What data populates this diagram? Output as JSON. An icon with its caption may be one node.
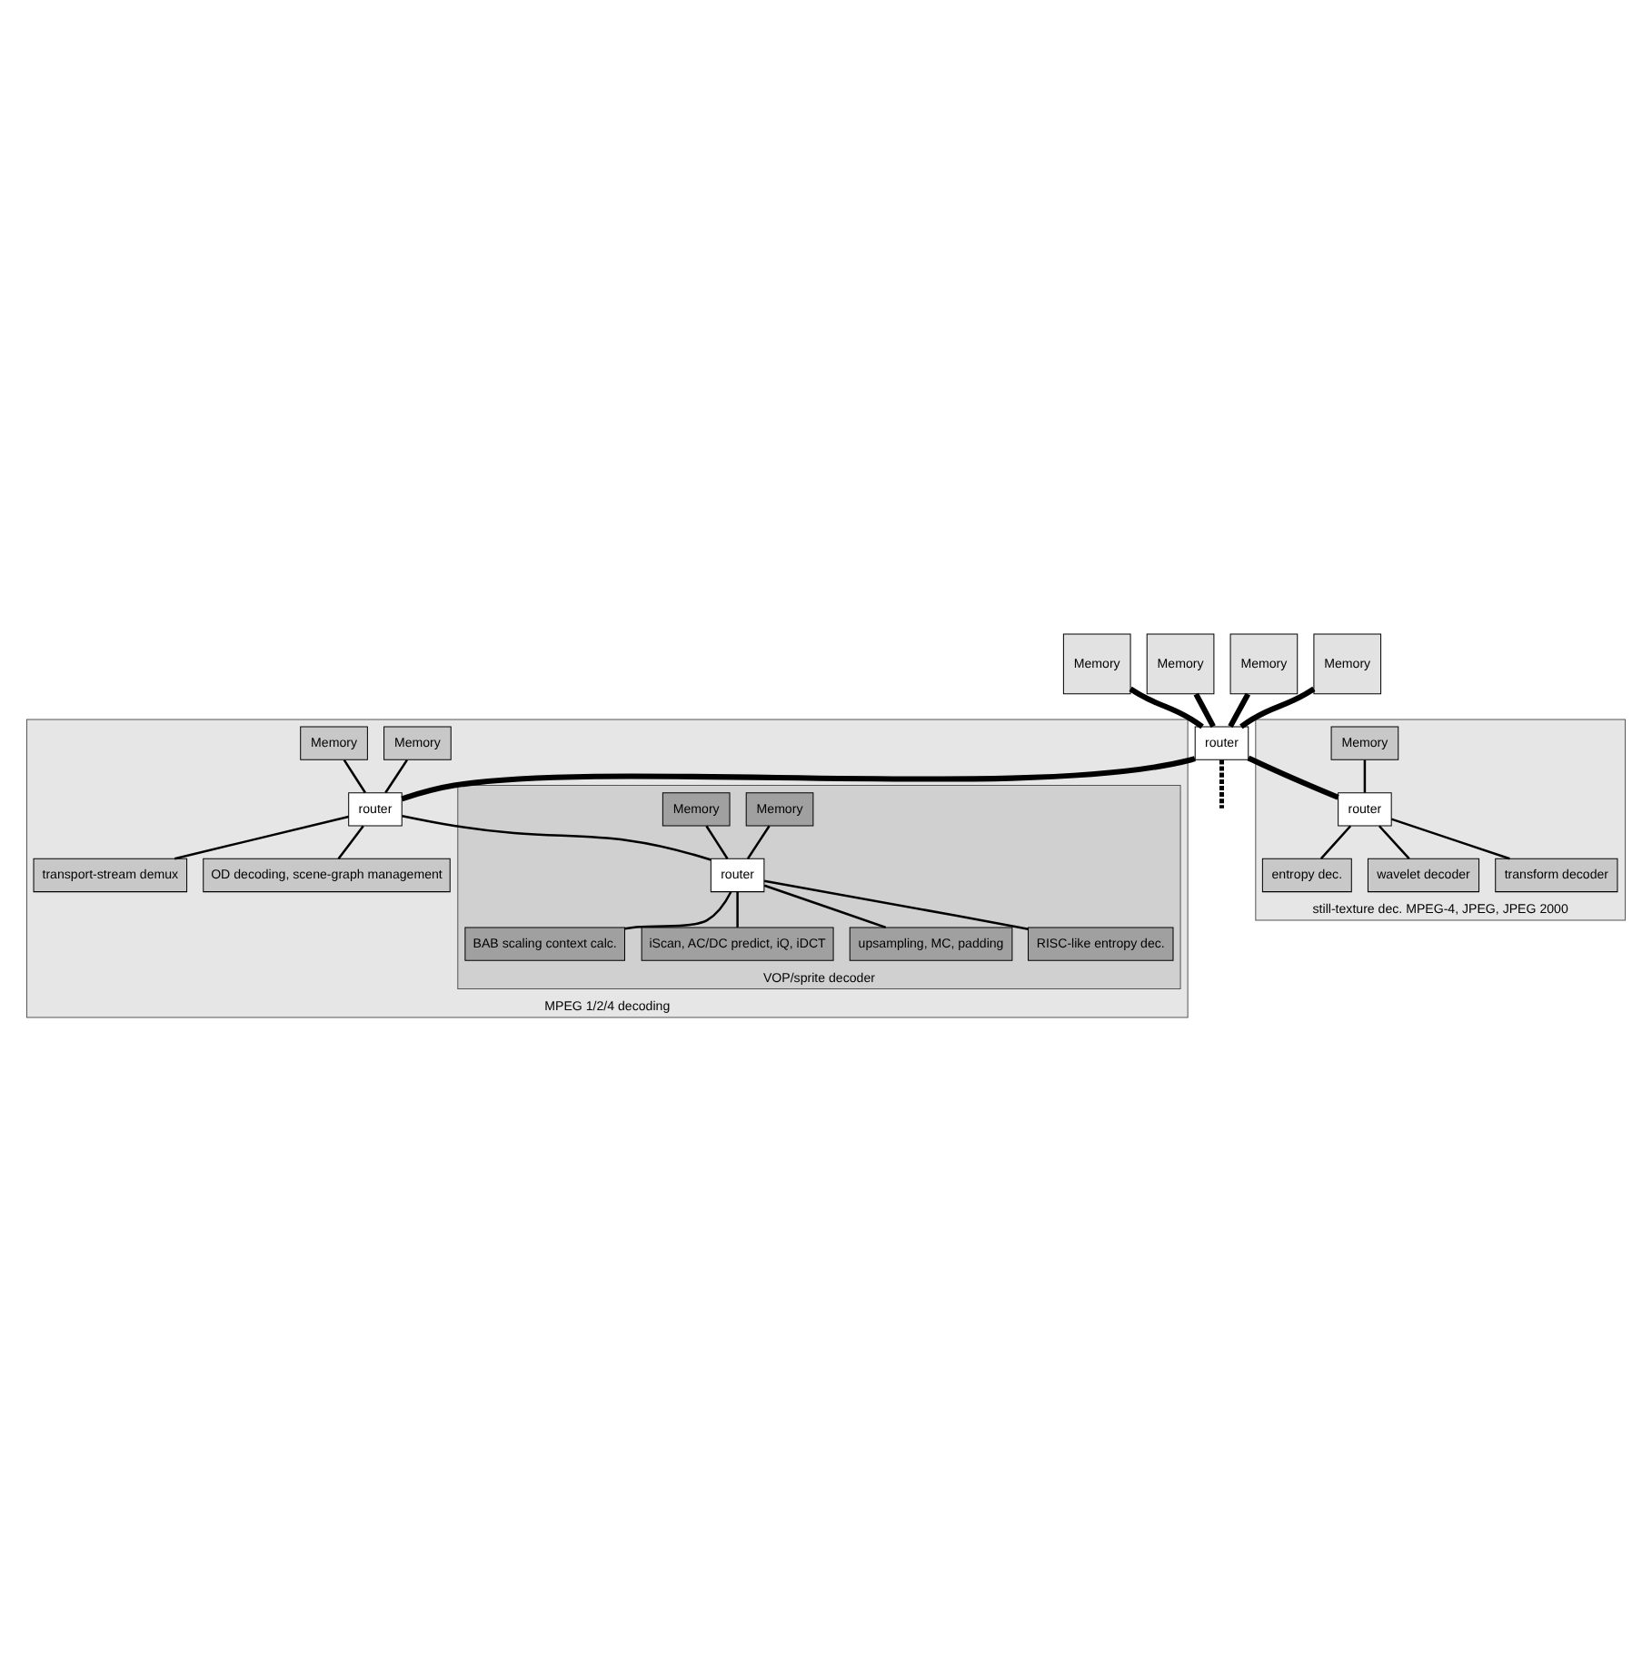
{
  "diagram": {
    "nodes": [
      {
        "text": [
          "Memory"
        ]
      },
      {
        "text": [
          "Memory"
        ]
      },
      {
        "text": [
          "Memory"
        ]
      },
      {
        "text": [
          "Memory"
        ]
      },
      {
        "text": [
          "router"
        ]
      },
      {
        "text": [
          "MPEG 1/2/4 decoding"
        ]
      },
      {
        "text": [
          "Memory"
        ],
        "in": 5
      },
      {
        "text": [
          "Memory"
        ],
        "in": 5
      },
      {
        "text": [
          "router"
        ],
        "in": 5
      },
      {
        "text": [
          "transport-stream demux"
        ],
        "in": 5
      },
      {
        "text": [
          "OD decoding, scene-graph management"
        ],
        "in": 5
      },
      {
        "text": [
          "VOP/sprite decoder"
        ],
        "in": 5
      },
      {
        "text": [
          "Memory"
        ],
        "in": 11
      },
      {
        "text": [
          "Memory"
        ],
        "in": 11
      },
      {
        "text": [
          "router"
        ],
        "in": 11
      },
      {
        "text": [
          "BAB scaling context calc."
        ],
        "in": 11
      },
      {
        "text": [
          "iScan, AC/DC predict, iQ, iDCT"
        ],
        "in": 11
      },
      {
        "text": [
          "upsampling, MC, padding"
        ],
        "in": 11
      },
      {
        "text": [
          "RISC-like entropy dec."
        ],
        "in": 11
      },
      {
        "text": [
          "still-texture dec. MPEG-4, JPEG, JPEG 2000"
        ]
      },
      {
        "text": [
          "Memory"
        ],
        "in": 19
      },
      {
        "text": [
          "router"
        ],
        "in": 19
      },
      {
        "text": [
          "entropy dec."
        ],
        "in": 19
      },
      {
        "text": [
          "wavelet decoder"
        ],
        "in": 19
      },
      {
        "text": [
          "transform decoder"
        ],
        "in": 19
      }
    ],
    "edges": [
      {
        "from": 0,
        "to": 4,
        "arrow": "none",
        "style": "thick"
      },
      {
        "from": 1,
        "to": 4,
        "arrow": "none",
        "style": "thick"
      },
      {
        "from": 2,
        "to": 4,
        "arrow": "none",
        "style": "thick"
      },
      {
        "from": 3,
        "to": 4,
        "arrow": "none",
        "style": "thick"
      },
      {
        "from": 4,
        "to": 8,
        "arrow": "none",
        "style": "thick"
      },
      {
        "from": 4,
        "to": 21,
        "arrow": "none",
        "style": "thick"
      },
      {
        "from": 4,
        "to": null,
        "arrow": "none",
        "style": "dashed"
      },
      {
        "from": 6,
        "to": 8,
        "arrow": "none"
      },
      {
        "from": 7,
        "to": 8,
        "arrow": "none"
      },
      {
        "from": 8,
        "to": 9,
        "arrow": "none"
      },
      {
        "from": 8,
        "to": 10,
        "arrow": "none"
      },
      {
        "from": 8,
        "to": 14,
        "arrow": "none"
      },
      {
        "from": 12,
        "to": 14,
        "arrow": "none"
      },
      {
        "from": 13,
        "to": 14,
        "arrow": "none"
      },
      {
        "from": 14,
        "to": 15,
        "arrow": "none"
      },
      {
        "from": 14,
        "to": 16,
        "arrow": "none"
      },
      {
        "from": 14,
        "to": 17,
        "arrow": "none"
      },
      {
        "from": 14,
        "to": 18,
        "arrow": "none"
      },
      {
        "from": 20,
        "to": 21,
        "arrow": "none"
      },
      {
        "from": 21,
        "to": 22,
        "arrow": "none"
      },
      {
        "from": 21,
        "to": 23,
        "arrow": "none"
      },
      {
        "from": 21,
        "to": 24,
        "arrow": "none"
      }
    ]
  }
}
